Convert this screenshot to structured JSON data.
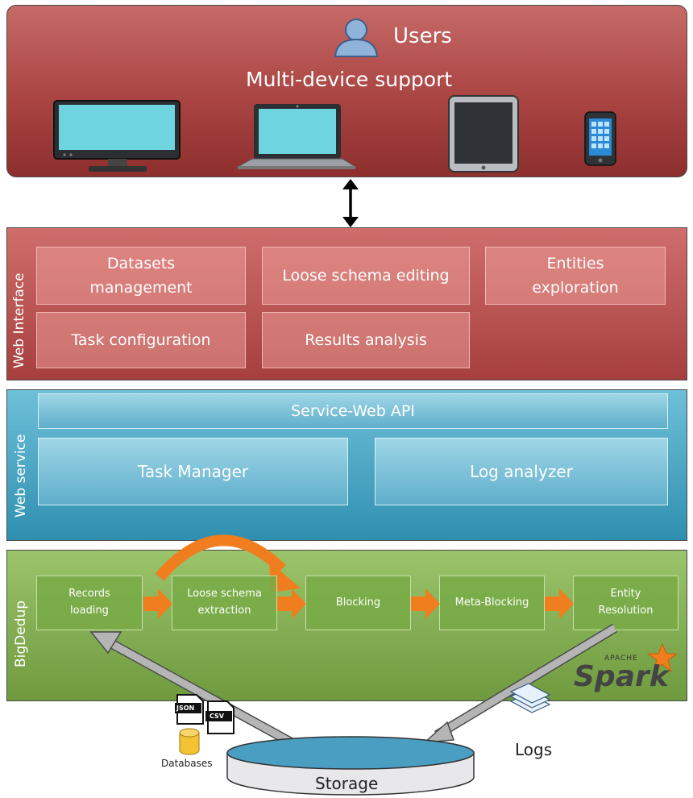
{
  "users": {
    "title": "Users",
    "subtitle": "Multi-device support",
    "devices": [
      "desktop-icon",
      "laptop-icon",
      "tablet-icon",
      "smartphone-icon"
    ]
  },
  "web_interface": {
    "label": "Web Interface",
    "boxes": {
      "datasets": "Datasets\nmanagement",
      "schema": "Loose schema editing",
      "entities": "Entities\nexploration",
      "task": "Task configuration",
      "results": "Results analysis"
    }
  },
  "web_service": {
    "label": "Web service",
    "api": "Service-Web API",
    "task_manager": "Task Manager",
    "log_analyzer": "Log analyzer"
  },
  "bigdedup": {
    "label": "BigDedup",
    "steps": [
      "Records\nloading",
      "Loose schema\nextraction",
      "Blocking",
      "Meta-Blocking",
      "Entity\nResolution"
    ],
    "spark_small": "APACHE",
    "spark": "Spark"
  },
  "storage": {
    "label": "Storage",
    "json_label": "JSON",
    "csv_label": "CSV",
    "databases_label": "Databases",
    "logs_label": "Logs"
  },
  "colors": {
    "users_red": "#a94442",
    "web_blue": "#3f9fc0",
    "bigdedup_green": "#7ea84f",
    "arrow_orange": "#f07d1e"
  }
}
